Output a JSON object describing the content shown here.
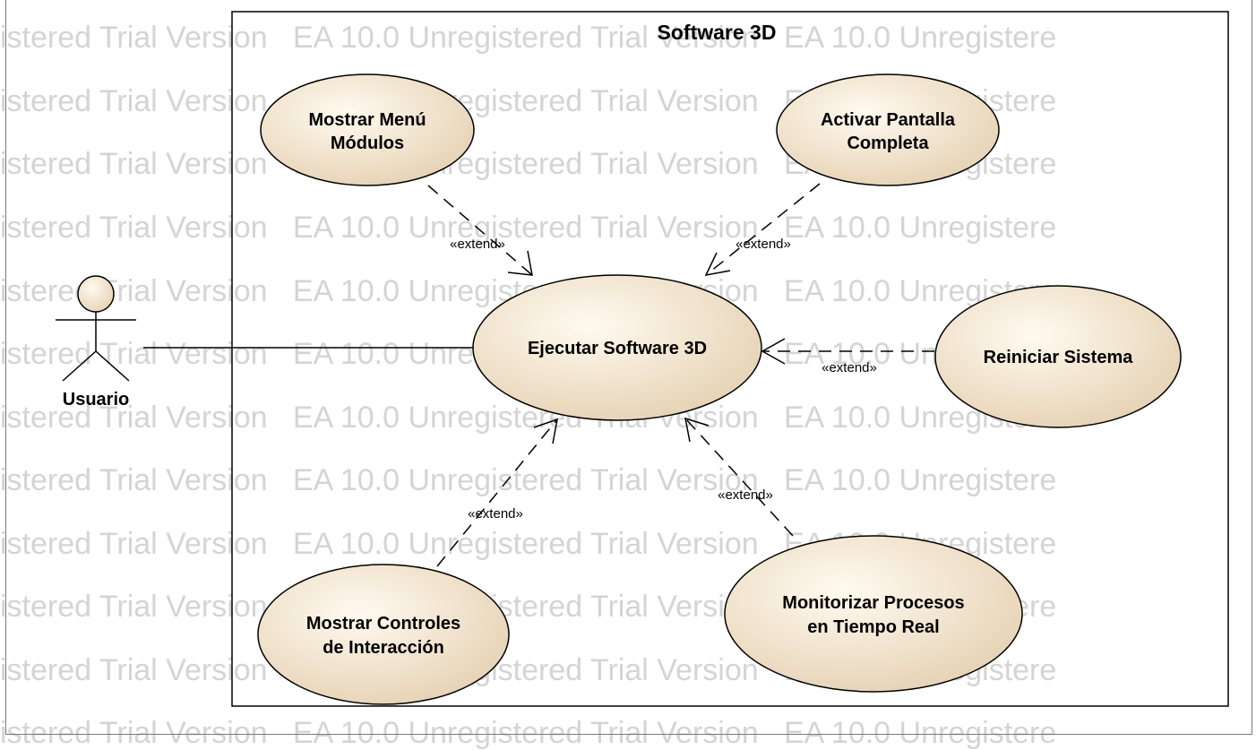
{
  "watermark": {
    "lines": [
      "istered Trial Version   EA 10.0 Unregistered Trial Version   EA 10.0 Unregistere",
      "istered Trial Version   EA 10.0 Unregistered Trial Version   EA 10.0 Unregistere",
      "istered Trial Version   EA 10.0 Unregistered Trial Version   EA 10.0 Unregistere",
      "istered Trial Version   EA 10.0 Unregistered Trial Version   EA 10.0 Unregistere",
      "istered Trial Version   EA 10.0 Unregistered Trial Version   EA 10.0 Unregistere",
      "istered Trial Version   EA 10.0 Unregistered Trial Version   EA 10.0 Unregistere",
      "istered Trial Version   EA 10.0 Unregistered Trial Version   EA 10.0 Unregistere",
      "istered Trial Version   EA 10.0 Unregistered Trial Version   EA 10.0 Unregistere",
      "istered Trial Version   EA 10.0 Unregistered Trial Version   EA 10.0 Unregistere",
      "istered Trial Version   EA 10.0 Unregistered Trial Version   EA 10.0 Unregistere",
      "istered Trial Version   EA 10.0 Unregistered Trial Version   EA 10.0 Unregistere",
      "istered Trial Version   EA 10.0 Unregistered Trial Version   EA 10.0 Unregistere"
    ]
  },
  "system": {
    "title": "Software 3D"
  },
  "actor": {
    "name": "Usuario"
  },
  "use_cases": {
    "main": [
      "Ejecutar Software 3D"
    ],
    "menu": [
      "Mostrar Menú",
      "Módulos"
    ],
    "fullscreen": [
      "Activar Pantalla",
      "Completa"
    ],
    "restart": [
      "Reiniciar Sistema"
    ],
    "controls": [
      "Mostrar Controles",
      "de Interacción"
    ],
    "monitor": [
      "Monitorizar Procesos",
      "en Tiempo Real"
    ]
  },
  "relations": {
    "menu": "«extend»",
    "fullscreen": "«extend»",
    "restart": "«extend»",
    "controls": "«extend»",
    "monitor": "«extend»"
  },
  "colors": {
    "use_case_fill_light": "#fffaf0",
    "use_case_fill_dark": "#e6d2b4",
    "stroke": "#000000",
    "watermark": "#d4d4d4"
  }
}
